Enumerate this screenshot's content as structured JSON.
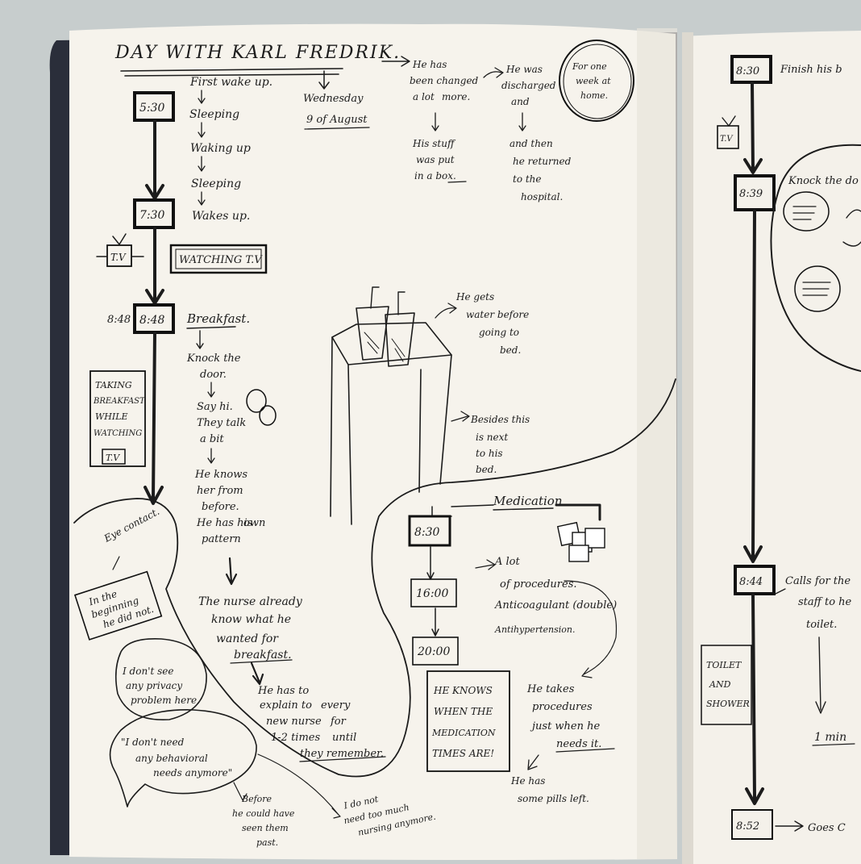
{
  "left_page": {
    "title": "DAY WITH KARL FREDRIK.",
    "date_line1": "Wednesday",
    "date_line2": "9 of August",
    "timeline_times": [
      "5:30",
      "7:30",
      "8:48"
    ],
    "side_time": "8:48",
    "sleep_notes": [
      "First wake up.",
      "Sleeping",
      "Waking up",
      "Sleeping",
      "Wakes up."
    ],
    "tv_label": "T.V",
    "watching_tv": "WATCHING T.V",
    "breakfast_title": "Breakfast.",
    "breakfast_notes": [
      "Knock the",
      "door.",
      "Say hi.",
      "They talk",
      "a bit",
      "He knows",
      "her from",
      "before.",
      "He has his",
      "own",
      "pattern"
    ],
    "taking_breakfast": [
      "TAKING",
      "BREAKFAST",
      "WHILE",
      "WATCHING",
      "T.V"
    ],
    "nurse_notes": [
      "The nurse already",
      "know what he",
      "wanted for",
      "breakfast."
    ],
    "explain_notes": [
      "He has to",
      "explain to",
      "every",
      "new nurse",
      "for",
      "1-2 times",
      "until",
      "they remember."
    ],
    "eye_contact": "Eye contact.",
    "beginning_box": [
      "In the",
      "beginning",
      "he did not."
    ],
    "bubble_privacy": [
      "I don't see",
      "any privacy",
      "problem here."
    ],
    "bubble_behaviour": [
      "\"I don't need",
      "any behavioral",
      "needs anymore\""
    ],
    "before_seen": [
      "Before",
      "he could have",
      "seen them",
      "past."
    ],
    "too_much": [
      "I do not",
      "need too much",
      "nursing anymore."
    ],
    "top_notes": [
      "He has",
      "been changed",
      "a lot",
      "more.",
      "His stuff",
      "was put",
      "in a box."
    ],
    "moved_notes": [
      "He was",
      "discharged",
      "and",
      "and then",
      "he returned",
      "to the",
      "hospital."
    ],
    "circle_note": [
      "For one",
      "week at",
      "home."
    ],
    "water_note": [
      "He gets",
      "water before",
      "going to",
      "bed."
    ],
    "table_note": [
      "Besides this",
      "is next",
      "to his",
      "bed."
    ],
    "medication_title": "Medication",
    "med_times": [
      "8:30",
      "16:00",
      "20:00"
    ],
    "med_notes": [
      "A lot",
      "of procedures.",
      "Anticoagulant (double)",
      "Antihypertension."
    ],
    "knows_box": [
      "HE KNOWS",
      "WHEN THE",
      "MEDICATION",
      "TIMES ARE!"
    ],
    "takes_notes": [
      "He takes",
      "procedures",
      "just when he",
      "needs it."
    ],
    "pills_left": [
      "He has",
      "some pills left."
    ]
  },
  "right_page": {
    "timeline_times": [
      "8:30",
      "8:39",
      "8:44",
      "8:52"
    ],
    "finish_note": "Finish his b",
    "tv_label": "T.V",
    "knock_note": "Knock the do",
    "calls_notes": [
      "Calls for the",
      "staff to he",
      "toilet."
    ],
    "toilet_box": [
      "TOILET",
      "AND",
      "SHOWER"
    ],
    "min_note": "1 min",
    "end_note": "Goes C"
  }
}
